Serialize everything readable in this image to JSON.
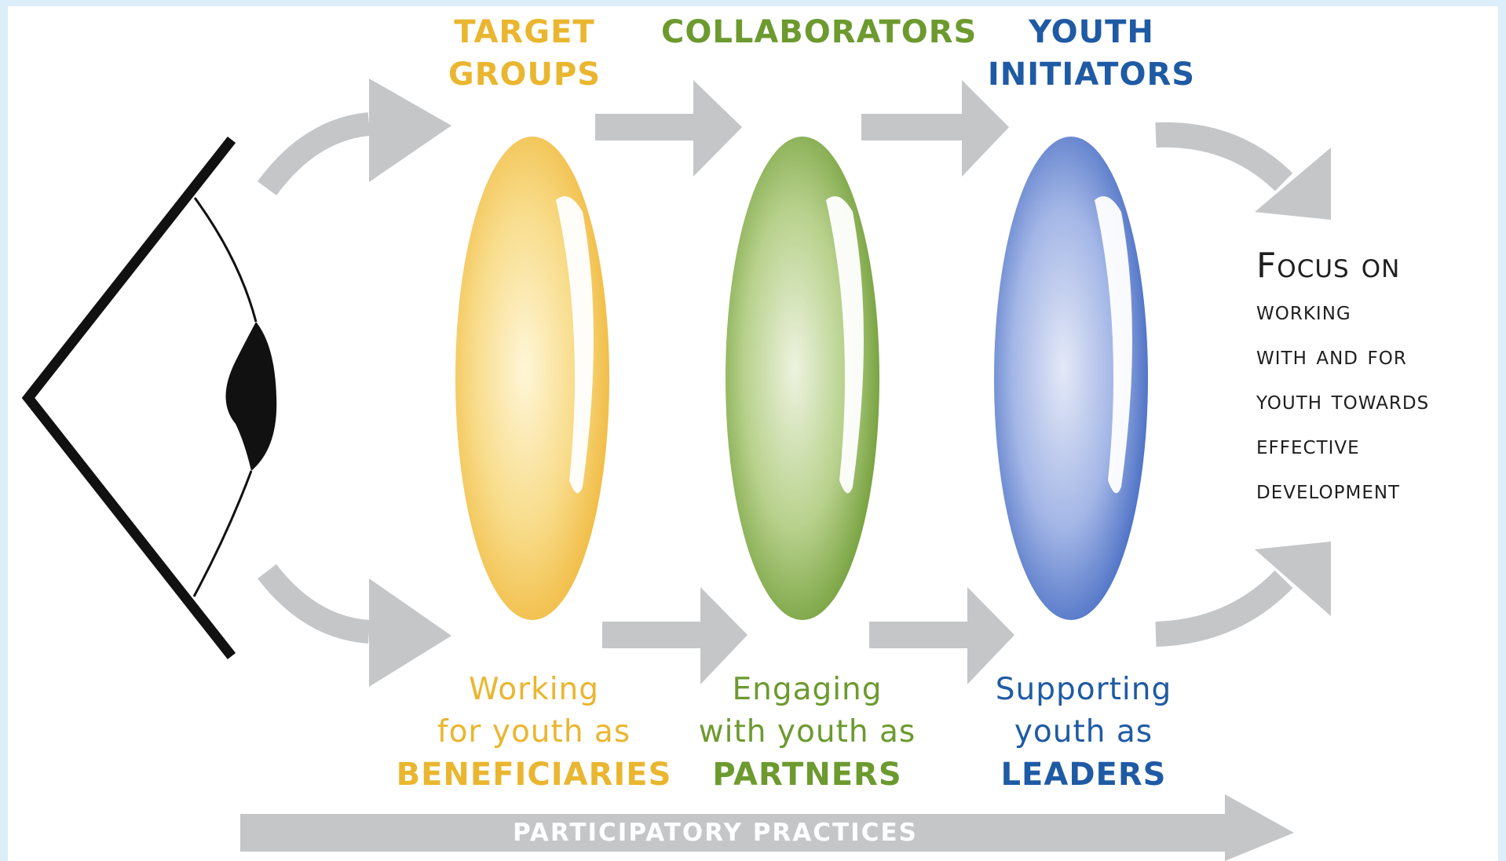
{
  "stages": [
    {
      "title_lines": [
        "TARGET",
        "GROUPS"
      ],
      "desc_lines": [
        "Working",
        "for youth as"
      ],
      "role": "BENEFICIARIES",
      "color": "#eab630"
    },
    {
      "title_lines": [
        "COLLABORATORS"
      ],
      "desc_lines": [
        "Engaging",
        "with youth as"
      ],
      "role": "PARTNERS",
      "color": "#6c9a2f"
    },
    {
      "title_lines": [
        "YOUTH",
        "INITIATORS"
      ],
      "desc_lines": [
        "Supporting",
        "youth as"
      ],
      "role": "LEADERS",
      "color": "#1f5aa4"
    }
  ],
  "focus_lines": [
    "Focus on",
    "working",
    "with and for",
    "youth towards",
    "effective",
    "development"
  ],
  "practices_label": "PARTICIPATORY PRACTICES",
  "icons": [
    "eye-icon",
    "arrow-icon",
    "lens-icon"
  ],
  "colors": {
    "arrow": "#c4c6c8",
    "eye": "#111111"
  }
}
